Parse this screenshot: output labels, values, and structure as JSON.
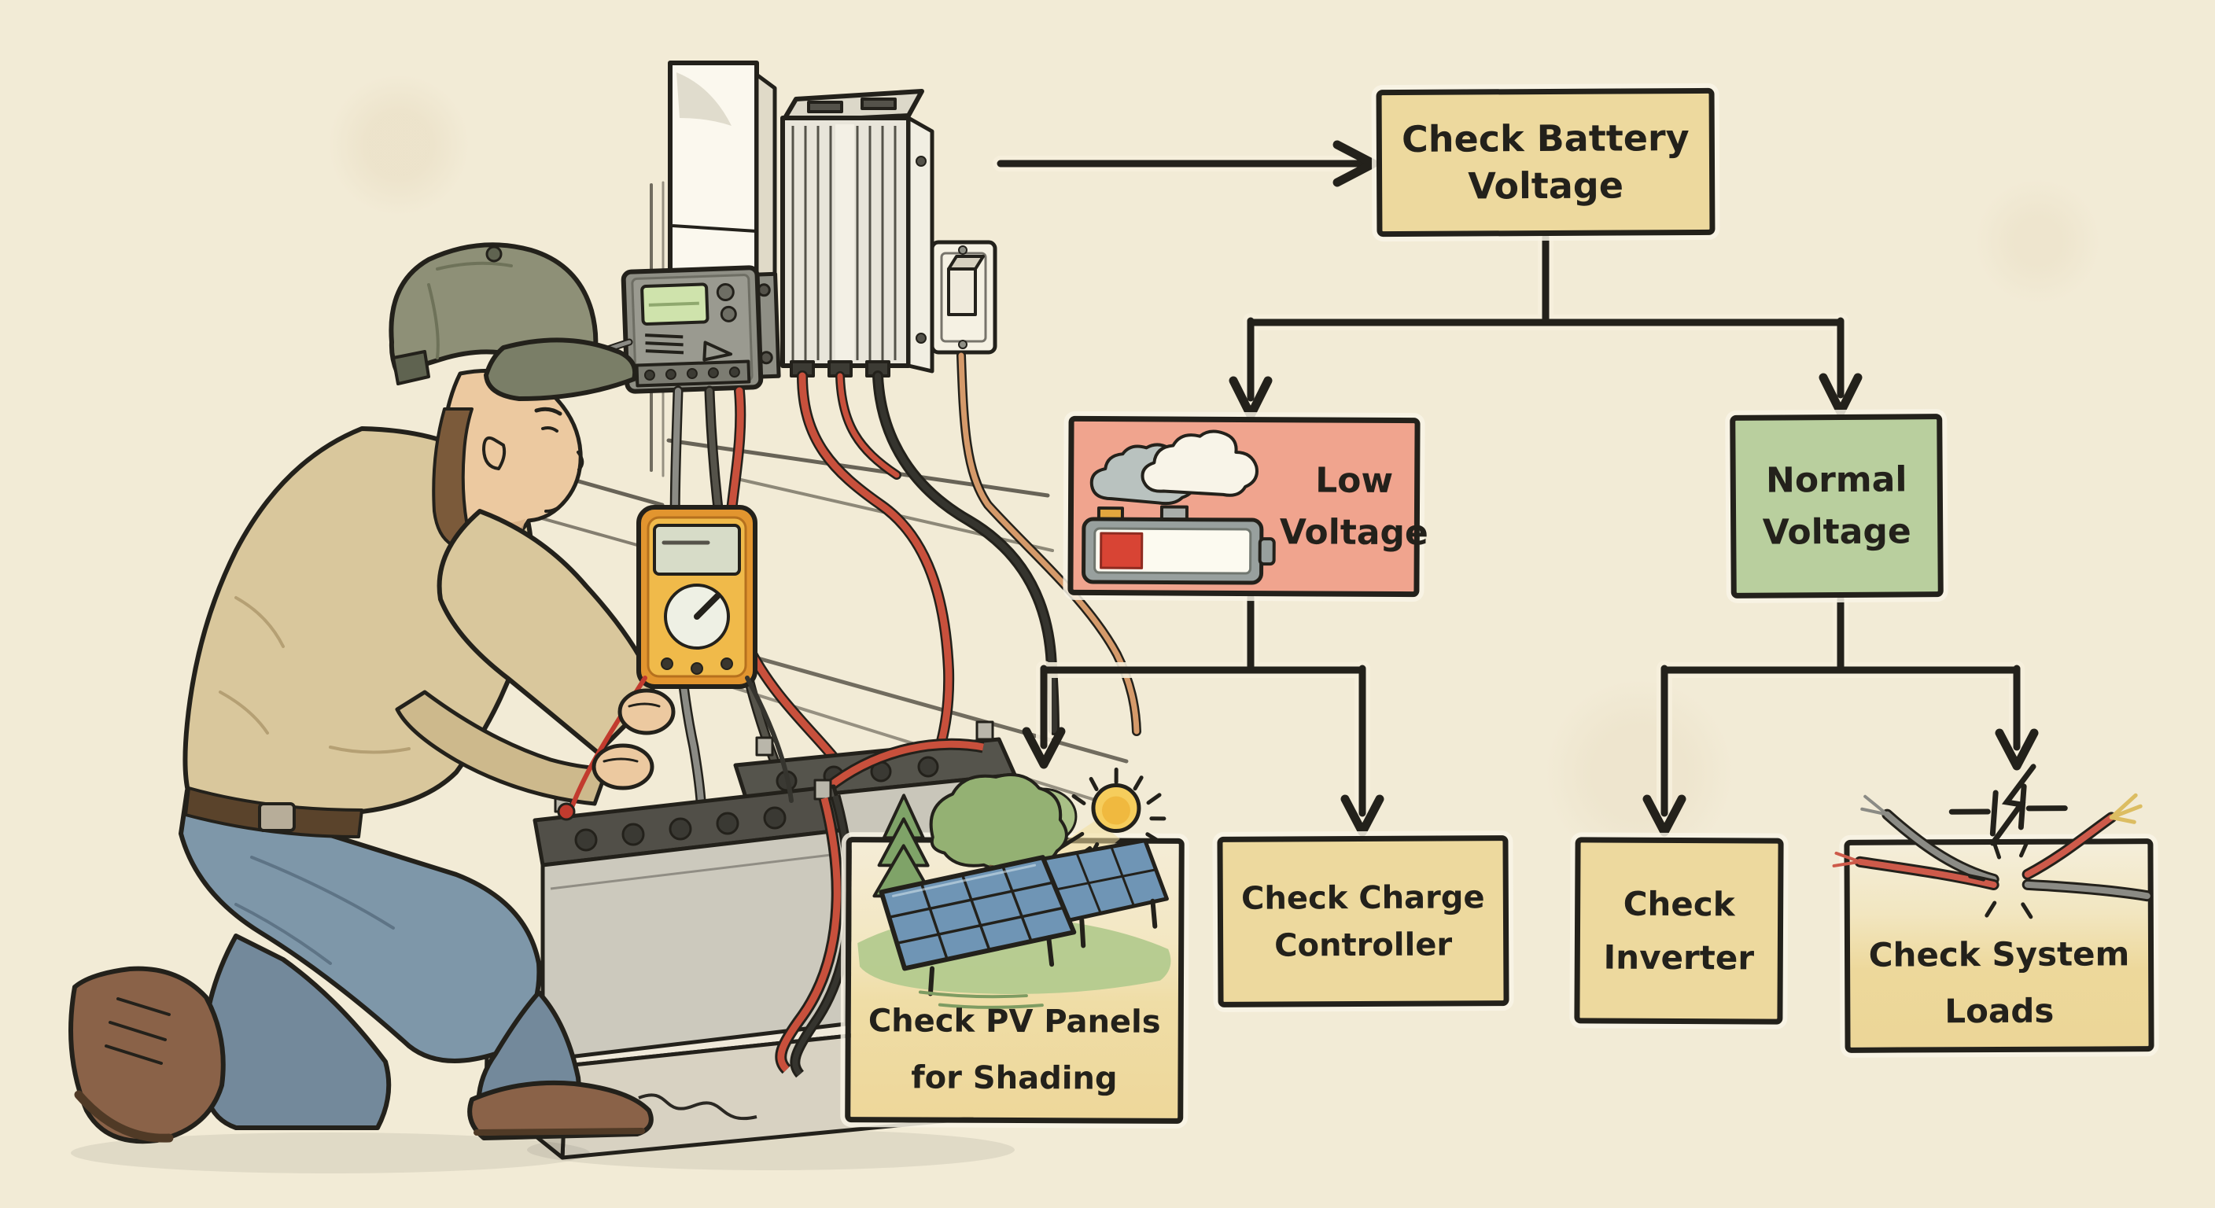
{
  "flowchart": {
    "nodes": {
      "check_battery": {
        "lines": [
          "Check Battery",
          "Voltage"
        ],
        "fill": "#edd99e"
      },
      "low_voltage": {
        "lines": [
          "Low",
          "Voltage"
        ],
        "fill": "#f0a48e",
        "icons": [
          "clouds-icon",
          "low-battery-icon"
        ]
      },
      "normal_voltage": {
        "lines": [
          "Normal",
          "Voltage"
        ],
        "fill": "#b9cf9e"
      },
      "check_pv": {
        "lines": [
          "Check PV Panels",
          "for Shading"
        ],
        "fill": "#f0dca4",
        "icons": [
          "sun-icon",
          "trees-icon",
          "solar-panels-icon"
        ]
      },
      "check_charge": {
        "lines": [
          "Check Charge",
          "Controller"
        ],
        "fill": "#edd99e"
      },
      "check_inverter": {
        "lines": [
          "Check",
          "Inverter"
        ],
        "fill": "#edd99e"
      },
      "check_loads": {
        "lines": [
          "Check System",
          "Loads"
        ],
        "fill": "#eed9a0",
        "icons": [
          "broken-wires-icon",
          "spark-symbol-icon"
        ]
      }
    },
    "edges": [
      {
        "from": "illustration",
        "to": "check_battery"
      },
      {
        "from": "check_battery",
        "to": "low_voltage"
      },
      {
        "from": "check_battery",
        "to": "normal_voltage"
      },
      {
        "from": "low_voltage",
        "to": "check_pv"
      },
      {
        "from": "low_voltage",
        "to": "check_charge"
      },
      {
        "from": "normal_voltage",
        "to": "check_inverter"
      },
      {
        "from": "normal_voltage",
        "to": "check_loads"
      }
    ],
    "ink": "#23211b"
  },
  "palette": {
    "paper": "#f2ebd6",
    "yellow_box": "#edd99e",
    "pink_box": "#f0a48e",
    "green_box": "#b9cf9e",
    "low_battery_red": "#d84434",
    "wire_red": "#c8503c",
    "wire_gray": "#8b8b85",
    "wire_tan": "#d59a6a"
  },
  "scene": {
    "figure": "technician-kneeling-with-multimeter",
    "equipment": [
      "wall-enclosure",
      "charge-controller",
      "inverter",
      "breaker-switch",
      "battery-bank",
      "multimeter"
    ]
  }
}
